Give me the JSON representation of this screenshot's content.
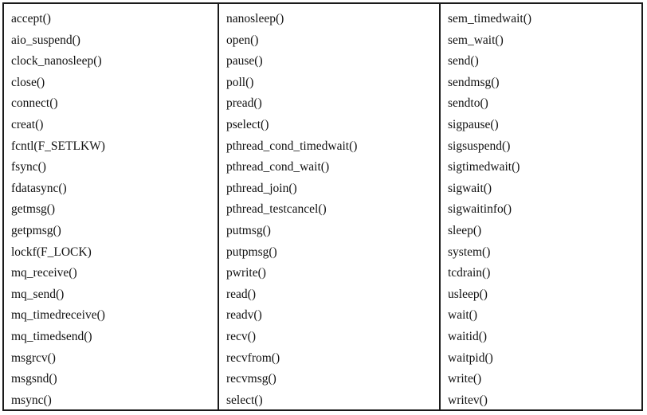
{
  "table": {
    "columns": [
      [
        "accept()",
        "aio_suspend()",
        "clock_nanosleep()",
        "close()",
        "connect()",
        "creat()",
        "fcntl(F_SETLKW)",
        "fsync()",
        "fdatasync()",
        "getmsg()",
        "getpmsg()",
        "lockf(F_LOCK)",
        "mq_receive()",
        "mq_send()",
        "mq_timedreceive()",
        "mq_timedsend()",
        "msgrcv()",
        "msgsnd()",
        "msync()"
      ],
      [
        "nanosleep()",
        "open()",
        "pause()",
        "poll()",
        "pread()",
        "pselect()",
        "pthread_cond_timedwait()",
        "pthread_cond_wait()",
        "pthread_join()",
        "pthread_testcancel()",
        "putmsg()",
        "putpmsg()",
        "pwrite()",
        "read()",
        "readv()",
        "recv()",
        "recvfrom()",
        "recvmsg()",
        "select()"
      ],
      [
        "sem_timedwait()",
        "sem_wait()",
        "send()",
        "sendmsg()",
        "sendto()",
        "sigpause()",
        "sigsuspend()",
        "sigtimedwait()",
        "sigwait()",
        "sigwaitinfo()",
        "sleep()",
        "system()",
        "tcdrain()",
        "usleep()",
        "wait()",
        "waitid()",
        "waitpid()",
        "write()",
        "writev()"
      ]
    ]
  }
}
